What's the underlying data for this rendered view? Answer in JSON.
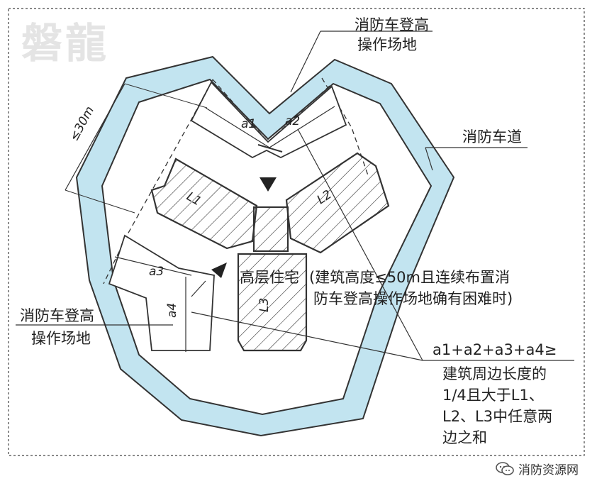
{
  "watermark": "磐龍",
  "labels": {
    "top_platform_line1": "消防车登高",
    "top_platform_line2": "操作场地",
    "fire_lane": "消防车道",
    "left_platform_line1": "消防车登高",
    "left_platform_line2": "操作场地",
    "building_title": "高层住宅",
    "building_note_line1": "(建筑高度≤50m且连续布置消",
    "building_note_line2": "防车登高操作场地确有困难时)",
    "rule_line1": "a1+a2+a3+a4≥",
    "rule_line2": "建筑周边长度的",
    "rule_line3": "1/4且大于L1、",
    "rule_line4": "L2、L3中任意两",
    "rule_line5": "边之和"
  },
  "dimensions": {
    "a1": "a1",
    "a2": "a2",
    "a3": "a3",
    "a4": "a4",
    "max_distance": "≤30m"
  },
  "wings": {
    "l1": "L1",
    "l2": "L2",
    "l3": "L3"
  },
  "footer": {
    "source": "消防资源网"
  },
  "colors": {
    "road_fill": "#c2e4f0",
    "outline": "#333333"
  }
}
